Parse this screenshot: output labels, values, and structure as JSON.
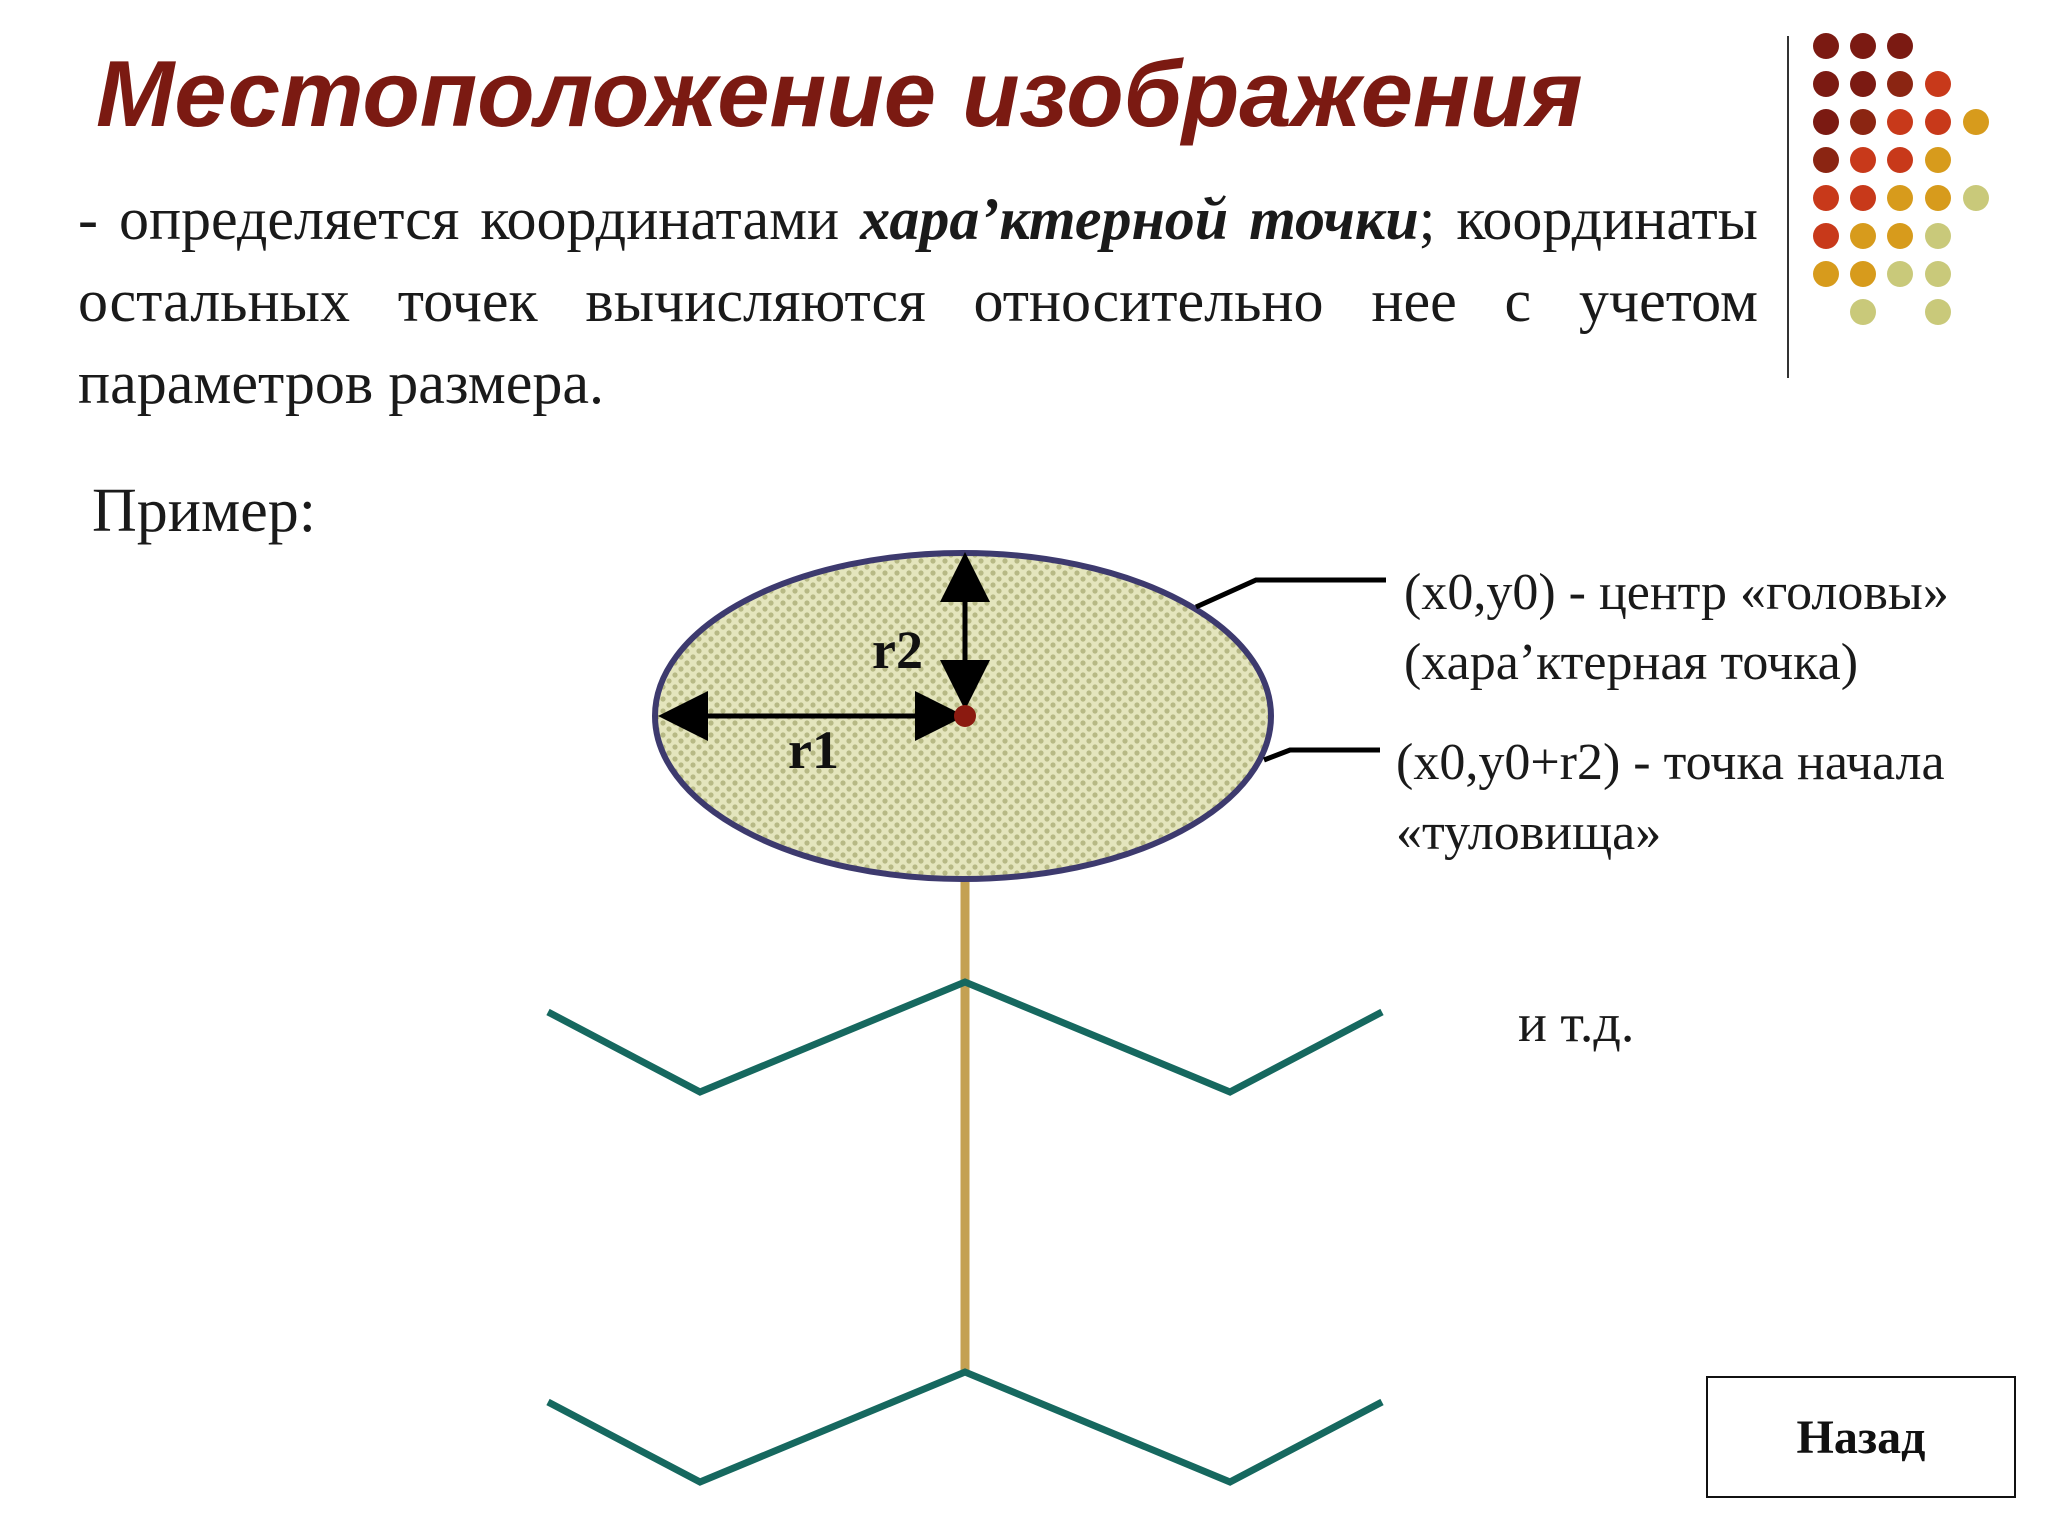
{
  "slide": {
    "title": "Местоположение изображения",
    "description": {
      "prefix": "- определяется координатами ",
      "emphasis": "хара’ктерной точки",
      "suffix": "; координаты остальных точек вычисляются относительно нее с учетом параметров размера."
    },
    "example_label": "Пример:",
    "diagram": {
      "r1_label": "r1",
      "r2_label": "r2",
      "callout_center": {
        "line1": "(x0,y0) - центр «головы»",
        "line2": "(хара’ктерная точка)"
      },
      "callout_body": {
        "line1": "(x0,y0+r2) - точка начала",
        "line2": "«туловища»"
      },
      "etc_label": "и т.д."
    },
    "back_button_label": "Назад"
  },
  "colors": {
    "title": "#7b1a12",
    "head_fill": "#d8d9a6",
    "head_outline": "#3d3a6e",
    "body_line": "#c4a152",
    "limbs": "#16685f",
    "center_point": "#8b1a10",
    "dots": [
      "#7b1a12",
      "#8b2512",
      "#c8391a",
      "#d79b1c",
      "#c9c97a"
    ]
  }
}
